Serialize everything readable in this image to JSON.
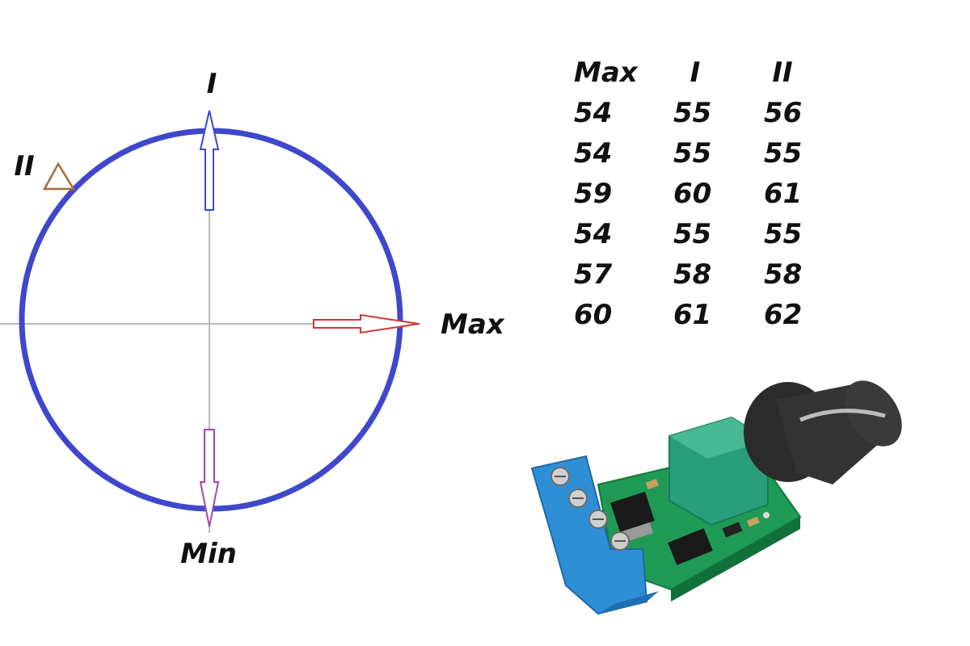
{
  "dial": {
    "label_top": "I",
    "label_left": "II",
    "label_right": "Max",
    "label_bottom": "Min",
    "circle_color": "#3f48cc",
    "axis_color": "#b8b8b8",
    "arrow_up_color": "#3f48cc",
    "arrow_right_color": "#d23636",
    "arrow_down_color": "#a349a4",
    "marker_color": "#a86a3c"
  },
  "table": {
    "headers": [
      "Max",
      "I",
      "II"
    ],
    "rows": [
      [
        "54",
        "55",
        "56"
      ],
      [
        "54",
        "55",
        "55"
      ],
      [
        "59",
        "60",
        "61"
      ],
      [
        "54",
        "55",
        "55"
      ],
      [
        "57",
        "58",
        "58"
      ],
      [
        "60",
        "61",
        "62"
      ]
    ]
  },
  "device": {
    "terminal_color": "#2f8fd6",
    "board_color": "#1f9a55",
    "pot_color": "#2a9d7a",
    "knob_color": "#2b2b2b"
  }
}
